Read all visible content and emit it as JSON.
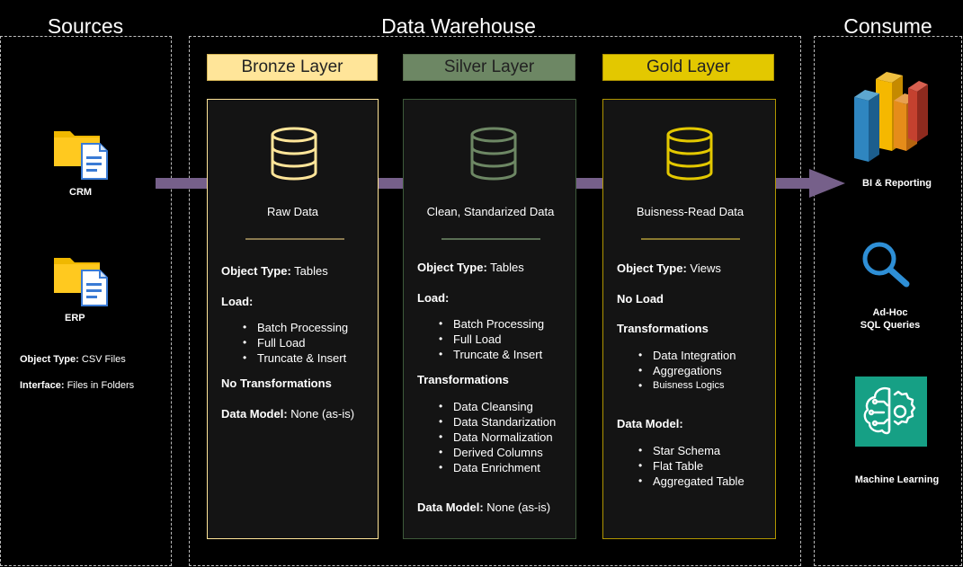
{
  "sections": {
    "sources": "Sources",
    "warehouse": "Data Warehouse",
    "consume": "Consume"
  },
  "sources": {
    "crm": "CRM",
    "erp": "ERP",
    "object_type_label": "Object Type:",
    "object_type_value": " CSV Files",
    "interface_label": "Interface:",
    "interface_value": " Files in Folders"
  },
  "bronze": {
    "title": "Bronze Layer",
    "subtitle": "Raw Data",
    "object_type_label": "Object Type:",
    "object_type_value": " Tables",
    "load_label": "Load:",
    "load_items": [
      "Batch Processing",
      "Full Load",
      "Truncate & Insert"
    ],
    "no_transform": "No Transformations",
    "data_model_label": "Data Model:",
    "data_model_value": " None (as-is)",
    "color": "#ffe599"
  },
  "silver": {
    "title": "Silver Layer",
    "subtitle": "Clean, Standarized Data",
    "object_type_label": "Object Type:",
    "object_type_value": " Tables",
    "load_label": "Load:",
    "load_items": [
      "Batch Processing",
      "Full Load",
      "Truncate & Insert"
    ],
    "transform_label": "Transformations",
    "transform_items": [
      "Data Cleansing",
      "Data Standarization",
      "Data Normalization",
      "Derived Columns",
      "Data Enrichment"
    ],
    "data_model_label": "Data Model:",
    "data_model_value": " None (as-is)",
    "color": "#6d8764"
  },
  "gold": {
    "title": "Gold Layer",
    "subtitle": "Buisness-Read Data",
    "object_type_label": "Object Type:",
    "object_type_value": " Views",
    "no_load": "No Load",
    "transform_label": "Transformations",
    "transform_items": [
      "Data Integration",
      "Aggregations",
      "Buisness Logics"
    ],
    "data_model_label": "Data Model:",
    "model_items": [
      "Star Schema",
      "Flat Table",
      "Aggregated Table"
    ],
    "color": "#e3c800"
  },
  "consume": {
    "bi": "BI & Reporting",
    "adhoc_line1": "Ad-Hoc",
    "adhoc_line2": "SQL Queries",
    "ml": "Machine Learning"
  },
  "colors": {
    "arrow": "#76608a",
    "accent_dark": "#141414"
  }
}
